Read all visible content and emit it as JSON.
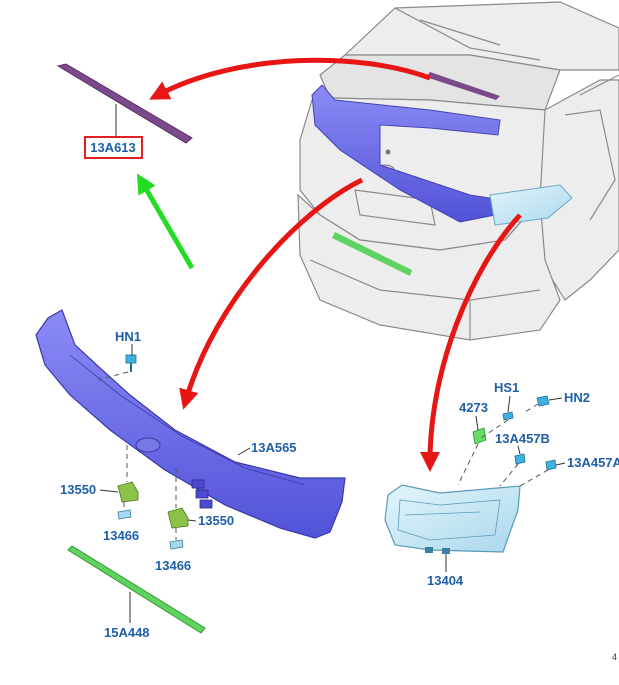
{
  "diagram": {
    "parts": [
      {
        "id": "13A613",
        "label": "13A613",
        "highlighted": true
      },
      {
        "id": "HN1",
        "label": "HN1"
      },
      {
        "id": "13A565",
        "label": "13A565"
      },
      {
        "id": "13550a",
        "label": "13550"
      },
      {
        "id": "13550b",
        "label": "13550"
      },
      {
        "id": "13466a",
        "label": "13466"
      },
      {
        "id": "13466b",
        "label": "13466"
      },
      {
        "id": "15A448",
        "label": "15A448"
      },
      {
        "id": "HS1",
        "label": "HS1"
      },
      {
        "id": "HN2",
        "label": "HN2"
      },
      {
        "id": "4273",
        "label": "4273"
      },
      {
        "id": "13A457B",
        "label": "13A457B"
      },
      {
        "id": "13A457A",
        "label": "13A457A"
      },
      {
        "id": "13404",
        "label": "13404"
      }
    ],
    "corner_mark": "4",
    "colors": {
      "label_text": "#1f5fa8",
      "highlight_box": "#e02020",
      "arrow_red": "#e81515",
      "arrow_green": "#22dd22",
      "spoiler_blue": "#6a6af0",
      "trim_purple": "#7a4a8a",
      "tail_light": "#bfe6f5",
      "valance_green": "#5fd35f",
      "clip_green": "#8bc34a"
    }
  }
}
